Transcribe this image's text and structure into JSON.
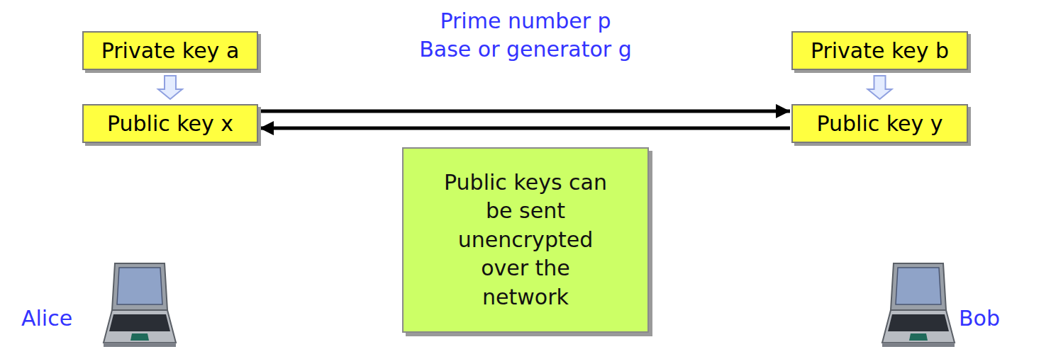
{
  "diagram": {
    "nodes": [
      {
        "text": [
          "Private key a"
        ]
      },
      {
        "text": [
          "Public key x"
        ]
      },
      {
        "text": [
          "Private key b"
        ]
      },
      {
        "text": [
          "Public key y"
        ]
      },
      {
        "text": [
          "Public keys can be sent unencrypted over the network"
        ]
      }
    ],
    "edges": [
      {
        "from": 0,
        "to": 1,
        "arrow": "to"
      },
      {
        "from": 2,
        "to": 3,
        "arrow": "to"
      },
      {
        "from": 1,
        "to": 3,
        "arrow": "to"
      },
      {
        "from": 3,
        "to": 1,
        "arrow": "to"
      }
    ],
    "labels": [
      "Prime number p",
      "Base or generator g",
      "Alice",
      "Bob"
    ]
  }
}
